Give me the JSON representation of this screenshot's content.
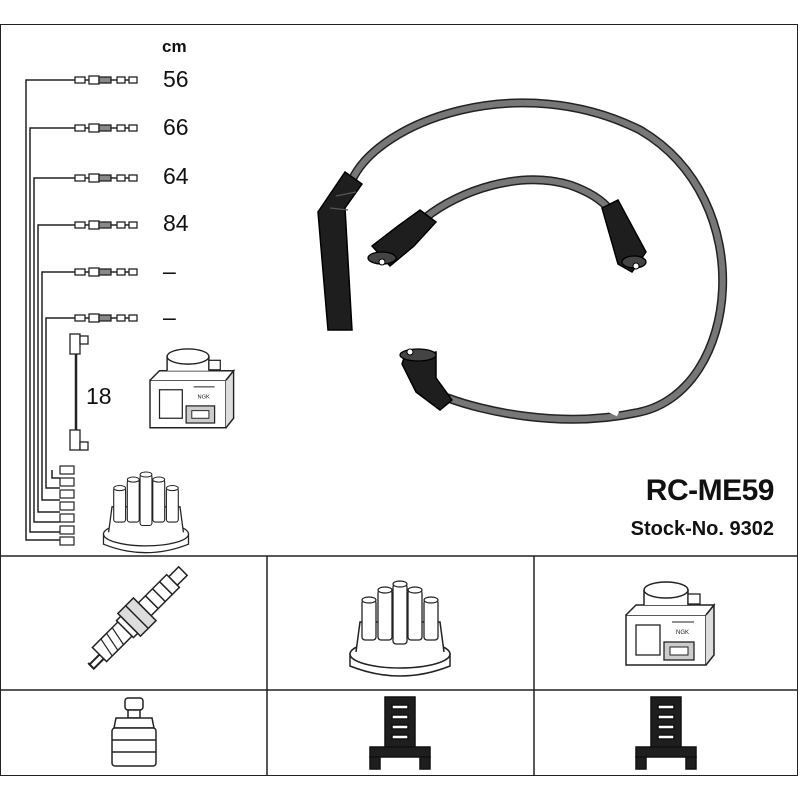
{
  "header": {
    "unit": "cm"
  },
  "lead_lengths": [
    {
      "value": "56"
    },
    {
      "value": "66"
    },
    {
      "value": "64"
    },
    {
      "value": "84"
    },
    {
      "value": "–"
    },
    {
      "value": "–"
    }
  ],
  "coil_lead_length": "18",
  "product": {
    "model": "RC-ME59",
    "stock": "Stock-No. 9302"
  },
  "icons": [
    "spark-plug-icon",
    "distributor-cap-icon",
    "ignition-coil-icon",
    "plug-terminal-icon",
    "cap-terminal-icon",
    "coil-terminal-icon"
  ],
  "colors": {
    "line": "#222222",
    "cable": "#6e6e6e",
    "boot": "#1e1e1e"
  }
}
